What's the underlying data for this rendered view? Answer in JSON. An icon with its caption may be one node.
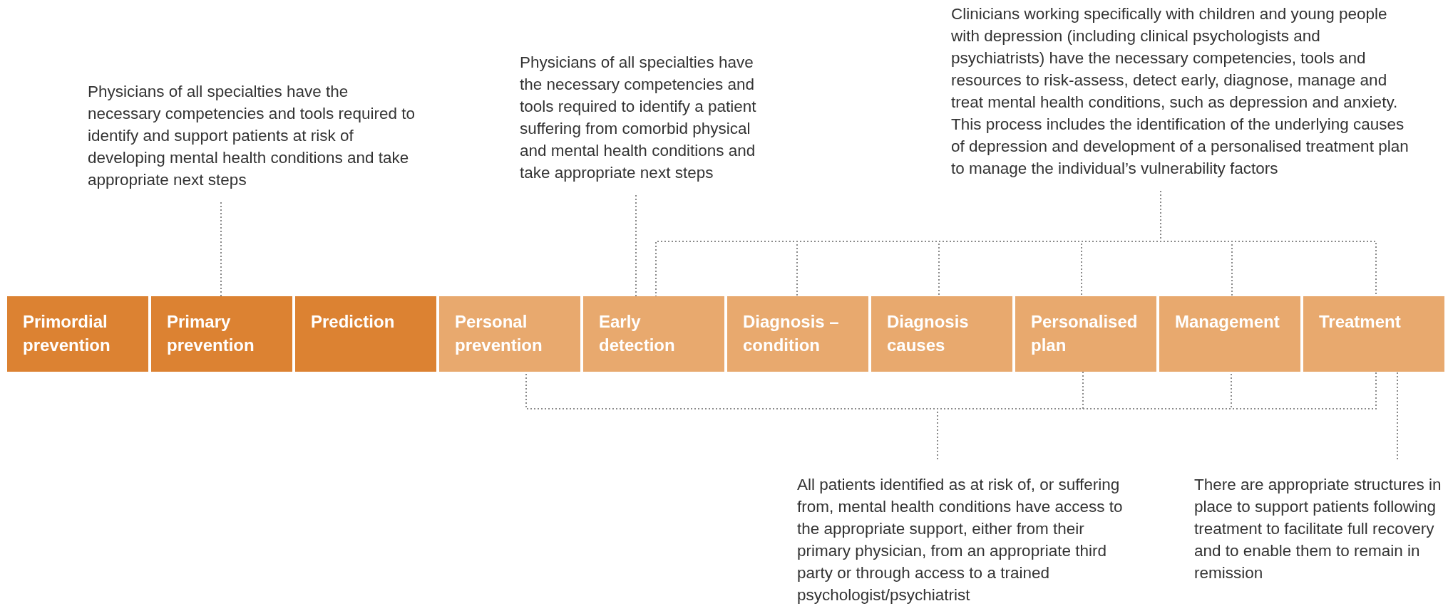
{
  "diagram": {
    "nodes": [
      {
        "text": [
          "Physicians of all specialties have the necessary competencies and tools required to identify and support patients at risk of developing mental health conditions and take appropriate next steps"
        ]
      },
      {
        "text": [
          "Physicians of all specialties have the necessary competencies and tools required to identify a patient suffering from comorbid physical and mental health conditions and take appropriate next steps"
        ]
      },
      {
        "text": [
          "Clinicians working specifically with children and young people with depression (including clinical psychologists and psychiatrists) have the necessary competencies, tools and resources to risk-assess, detect early, diagnose, manage and treat mental health conditions, such as depression and anxiety. This process includes the identification of the underlying causes of depression and development of a personalised treatment plan to manage the individual’s vulnerability factors"
        ]
      },
      {
        "text": [
          "Primordial prevention"
        ]
      },
      {
        "text": [
          "Primary prevention"
        ]
      },
      {
        "text": [
          "Prediction"
        ]
      },
      {
        "text": [
          "Personal prevention"
        ]
      },
      {
        "text": [
          "Early detection"
        ]
      },
      {
        "text": [
          "Diagnosis – condition"
        ]
      },
      {
        "text": [
          "Diagnosis causes"
        ]
      },
      {
        "text": [
          "Personalised plan"
        ]
      },
      {
        "text": [
          "Management"
        ]
      },
      {
        "text": [
          "Treatment"
        ]
      },
      {
        "text": [
          "All patients identified as at risk of, or suffering from, mental health conditions have access to the appropriate support, either from their primary physician, from an appropriate third party or through access to a trained psychologist/psychiatrist"
        ]
      },
      {
        "text": [
          "There are appropriate structures in place to support patients following treatment to facilitate full recovery and to enable them to remain in remission"
        ]
      }
    ],
    "edges": [
      {
        "from": 0,
        "to": 4,
        "arrow": "none"
      },
      {
        "from": 1,
        "to": 7,
        "arrow": "none"
      },
      {
        "from": 2,
        "to": 7,
        "arrow": "none"
      },
      {
        "from": 2,
        "to": 8,
        "arrow": "none"
      },
      {
        "from": 2,
        "to": 9,
        "arrow": "none"
      },
      {
        "from": 2,
        "to": 10,
        "arrow": "none"
      },
      {
        "from": 2,
        "to": 11,
        "arrow": "none"
      },
      {
        "from": 2,
        "to": 12,
        "arrow": "none"
      },
      {
        "from": 13,
        "to": 6,
        "arrow": "none"
      },
      {
        "from": 13,
        "to": 10,
        "arrow": "none"
      },
      {
        "from": 13,
        "to": 11,
        "arrow": "none"
      },
      {
        "from": 13,
        "to": 12,
        "arrow": "none"
      },
      {
        "from": 14,
        "to": 12,
        "arrow": "none"
      }
    ]
  }
}
